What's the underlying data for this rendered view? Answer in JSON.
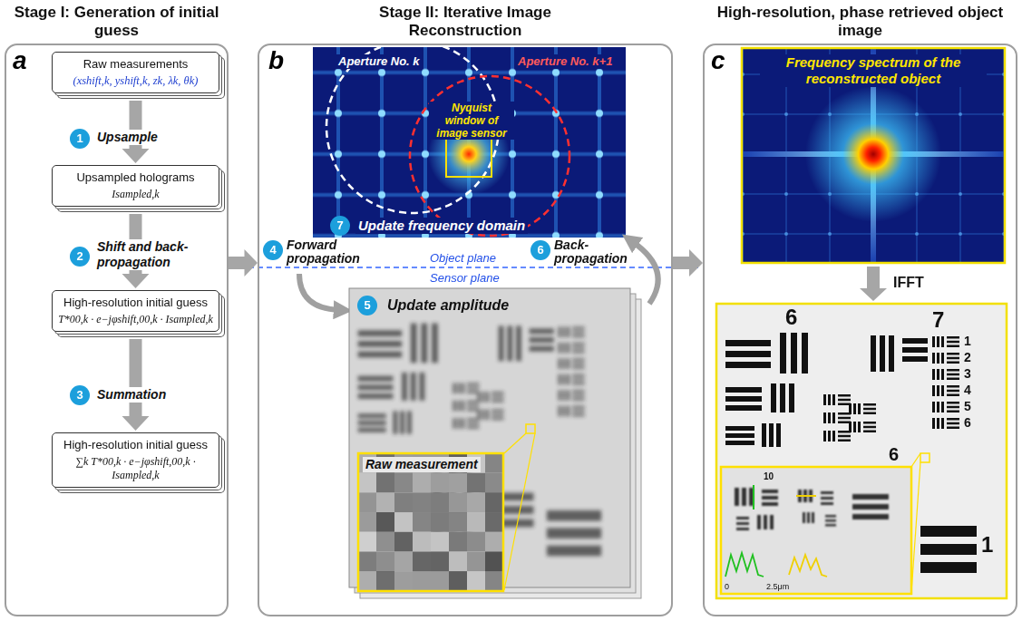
{
  "diagram": {
    "nodes": [
      {
        "text": [
          "Stage I: Generation of initial guess"
        ]
      },
      {
        "text": [
          "Raw measurements",
          "(xshift,k, yshift,k, zk, λk, θk)"
        ],
        "in": 0
      },
      {
        "text": [
          "1"
        ],
        "in": 0
      },
      {
        "text": [
          "Upsampled holograms",
          "Isampled,k"
        ],
        "in": 0
      },
      {
        "text": [
          "2"
        ],
        "in": 0
      },
      {
        "text": [
          "High-resolution initial guess",
          "T*00,k · e−jφshift,00,k · Isampled,k"
        ],
        "in": 0
      },
      {
        "text": [
          "3"
        ],
        "in": 0
      },
      {
        "text": [
          "High-resolution initial guess",
          "∑k T*00,k · e−jφshift,00,k · Isampled,k"
        ],
        "in": 0
      },
      {
        "text": [
          "Stage II: Iterative Image Reconstruction"
        ]
      },
      {
        "text": [
          "7"
        ],
        "in": 8
      },
      {
        "text": [
          "4"
        ],
        "in": 8
      },
      {
        "text": [
          "6"
        ],
        "in": 8
      },
      {
        "text": [
          "5"
        ],
        "in": 8
      },
      {
        "text": [
          "High-resolution, phase retrieved object image"
        ]
      }
    ],
    "edges": [
      {
        "from": 1,
        "to": 3,
        "arrow": "to"
      },
      {
        "from": 3,
        "to": 5,
        "arrow": "to"
      },
      {
        "from": 5,
        "to": 7,
        "arrow": "to"
      },
      {
        "from": 0,
        "to": 8,
        "arrow": "to"
      },
      {
        "from": 8,
        "to": 13,
        "arrow": "to"
      }
    ],
    "labels": [
      "a",
      "Upsample",
      "Shift and back-propagation",
      "Summation",
      "b",
      "Aperture No. k",
      "Aperture No. k+1",
      "Nyquist window of image sensor",
      "Update frequency domain",
      "Forward propagation",
      "Object plane",
      "Back-propagation",
      "Sensor plane",
      "Update amplitude",
      "Raw measurement",
      "c",
      "Frequency spectrum of the reconstructed object",
      "IFFT",
      "6",
      "7",
      "1",
      "2",
      "3",
      "4",
      "5",
      "6",
      "6",
      "1",
      "10",
      "0",
      "2.5μm"
    ]
  }
}
